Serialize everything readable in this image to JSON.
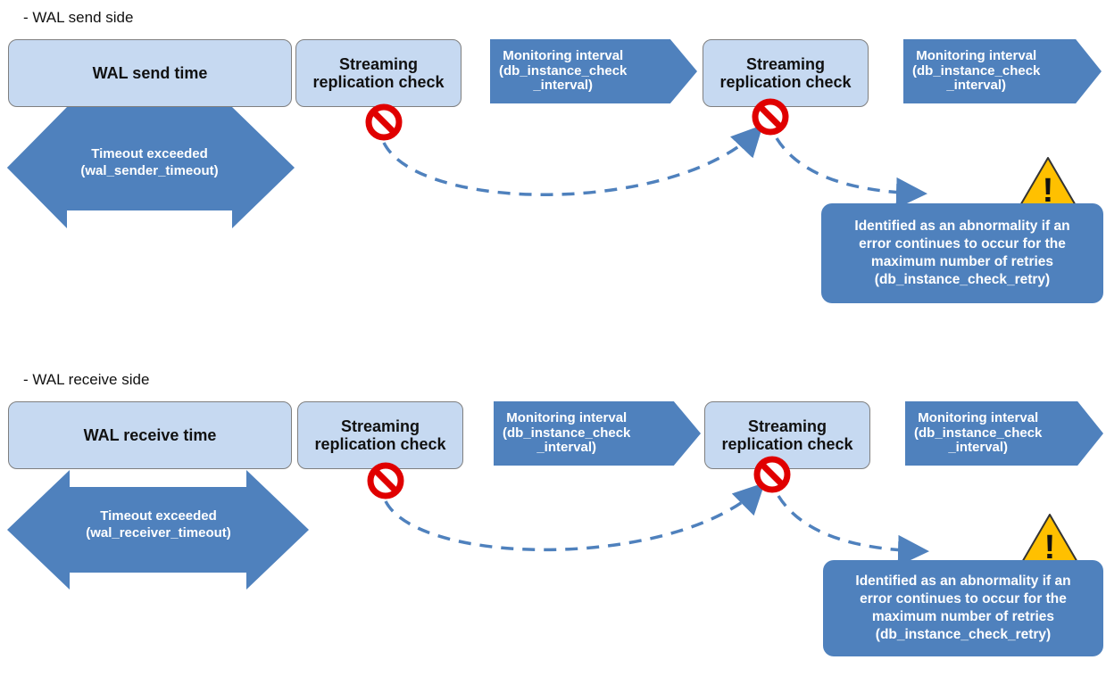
{
  "sections": [
    {
      "title": "- WAL send side",
      "time_label": "WAL send time",
      "check_label": "Streaming replication check",
      "monitor_lines": [
        "Monitoring interval",
        "(db_instance_check",
        "_interval)"
      ],
      "timeout_lines": [
        "Timeout exceeded",
        "(wal_sender_timeout)"
      ],
      "note_lines": [
        "Identified as an abnormality if an",
        "error  continues to occur for the",
        "maximum  number of retries",
        "(db_instance_check_retry)"
      ]
    },
    {
      "title": "- WAL receive side",
      "time_label": "WAL receive time",
      "check_label": "Streaming replication check",
      "monitor_lines": [
        "Monitoring interval",
        "(db_instance_check",
        "_interval)"
      ],
      "timeout_lines": [
        "Timeout exceeded",
        "(wal_receiver_timeout)"
      ],
      "note_lines": [
        "Identified as an abnormality if an",
        "error continues to occur for the",
        "maximum  number of retries",
        "(db_instance_check_retry)"
      ]
    }
  ],
  "icons": {
    "error": "prohibited-icon",
    "warning": "warning-triangle-icon",
    "warning_symbol": "!"
  },
  "colors": {
    "box_fill": "#c6d9f1",
    "accent_blue": "#4f81bd",
    "error_red": "#e00000",
    "warning_yellow": "#ffc000"
  }
}
